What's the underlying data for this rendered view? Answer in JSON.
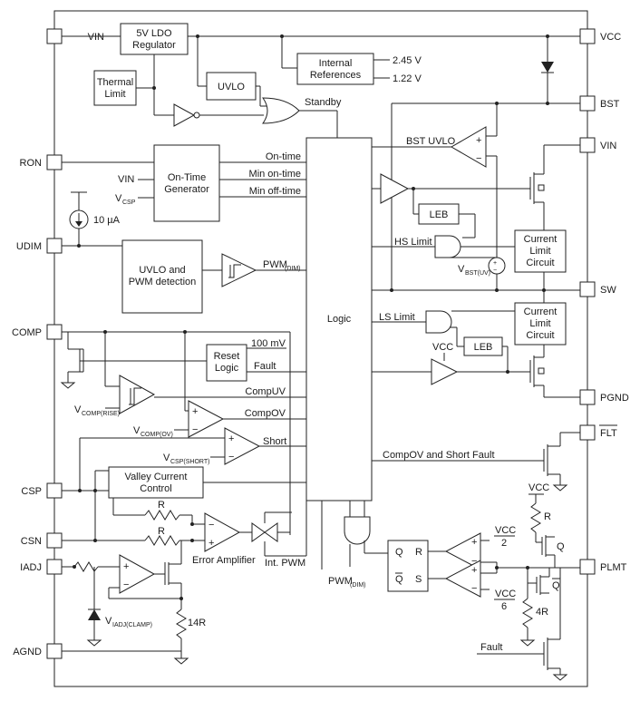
{
  "left_pins": {
    "vin": "VIN",
    "ron": "RON",
    "udim": "UDIM",
    "comp": "COMP",
    "csp": "CSP",
    "csn": "CSN",
    "iadj": "IADJ",
    "agnd": "AGND"
  },
  "right_pins": {
    "vcc": "VCC",
    "bst": "BST",
    "vin": "VIN",
    "sw": "SW",
    "pgnd": "PGND",
    "flt": "FLT",
    "plmt": "PLMT"
  },
  "blocks": {
    "ldo": [
      "5V LDO",
      "Regulator"
    ],
    "thermal": [
      "Thermal",
      "Limit"
    ],
    "uvlo": "UVLO",
    "refs": [
      "Internal",
      "References"
    ],
    "on_time": [
      "On-Time",
      "Generator"
    ],
    "uvlo_pwm": [
      "UVLO and",
      "PWM detection"
    ],
    "reset": [
      "Reset",
      "Logic"
    ],
    "logic": "Logic",
    "valley": [
      "Valley Current",
      "Control"
    ],
    "leb_top": "LEB",
    "leb_bot": "LEB",
    "cl_top": [
      "Current",
      "Limit",
      "Circuit"
    ],
    "cl_bot": [
      "Current",
      "Limit",
      "Circuit"
    ],
    "latch_q": "Q",
    "latch_r": "R",
    "latch_qbar": "Q",
    "latch_s": "S"
  },
  "labels": {
    "ref_245": "2.45 V",
    "ref_122": "1.22 V",
    "standby": "Standby",
    "on_time": "On-time",
    "min_on": "Min on-time",
    "min_off": "Min off-time",
    "vin_in": "VIN",
    "vcsp": "V",
    "vcsp_sub": "CSP",
    "i10": "10 µA",
    "pwm_dim": "PWM",
    "pwm_dim_sub": "(DIM)",
    "mv100": "100 mV",
    "fault": "Fault",
    "compuv": "CompUV",
    "compov": "CompOV",
    "short": "Short",
    "vcomp_rise": "V",
    "vcomp_rise_sub": "COMP(RISE)",
    "vcomp_ov": "V",
    "vcomp_ov_sub": "COMP(OV)",
    "vcsp_short": "V",
    "vcsp_short_sub": "CSP(SHORT)",
    "r1": "R",
    "r2": "R",
    "error_amp": "Error Amplifier",
    "int_pwm": "Int. PWM",
    "viadj": "V",
    "viadj_sub": "IADJ(CLAMP)",
    "r14": "14R",
    "pwm_dim2": "PWM",
    "pwm_dim2_sub": "(DIM)",
    "bst_uvlo": "BST UVLO",
    "hs_limit": "HS Limit",
    "ls_limit": "LS Limit",
    "vbst": "V",
    "vbst_sub": "BST(UV)",
    "vcc_drv": "VCC",
    "compov_short": "CompOV and Short Fault",
    "vcc_top": "VCC",
    "r_top": "R",
    "q_top": "Q",
    "vcc2_num": "VCC",
    "vcc2_den": "2",
    "vcc6_num": "VCC",
    "vcc6_den": "6",
    "q_bar": "Q",
    "r4": "4R",
    "fault2": "Fault",
    "plus": "+",
    "minus": "−"
  }
}
